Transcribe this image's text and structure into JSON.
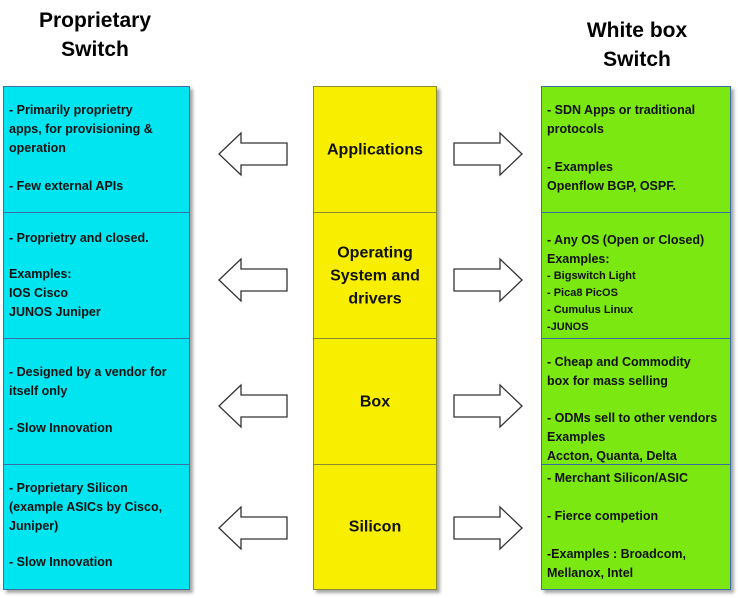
{
  "headings": {
    "left": "Proprietary\nSwitch",
    "right": "White box\nSwitch"
  },
  "layers": [
    {
      "name": "Applications"
    },
    {
      "name": "Operating\nSystem and\ndrivers"
    },
    {
      "name": "Box"
    },
    {
      "name": "Silicon"
    }
  ],
  "proprietary": [
    {
      "a": "- Primarily proprietry\n  apps, for provisioning &\n  operation",
      "b": "- Few external APIs"
    },
    {
      "a": "- Proprietry and closed.",
      "b": "  Examples:\n      IOS  Cisco\n      JUNOS Juniper"
    },
    {
      "a": " - Designed by a vendor for\n   itself only",
      "b": "  - Slow Innovation"
    },
    {
      "a": "- Proprietary Silicon\n  (example ASICs by  Cisco,\n  Juniper)",
      "b": "  - Slow Innovation"
    }
  ],
  "whitebox": [
    {
      "a": "- SDN Apps or traditional\n     protocols",
      "b": "   - Examples\n     Openflow  BGP, OSPF."
    },
    {
      "a": "  -  Any OS (Open or Closed)\nExamples:",
      "b": " - Bigswitch Light\n - Pica8 PicOS\n - Cumulus Linux\n  -JUNOS"
    },
    {
      "a": " -  Cheap and Commodity\n    box  for mass  selling",
      "b": "- ODMs sell to other vendors\nExamples\nAccton, Quanta, Delta"
    },
    {
      "a": "- Merchant Silicon/ASIC",
      "b": "- Fierce competion",
      "c": "-Examples : Broadcom,\n     Mellanox, Intel"
    }
  ],
  "colors": {
    "proprietary_fill": "#00e5f0",
    "layer_fill": "#f8ef00",
    "whitebox_fill": "#7be812",
    "arrow_fill": "#ffffff",
    "arrow_stroke": "#333333"
  },
  "icons": {
    "left_arrow": "left-block-arrow",
    "right_arrow": "right-block-arrow"
  }
}
